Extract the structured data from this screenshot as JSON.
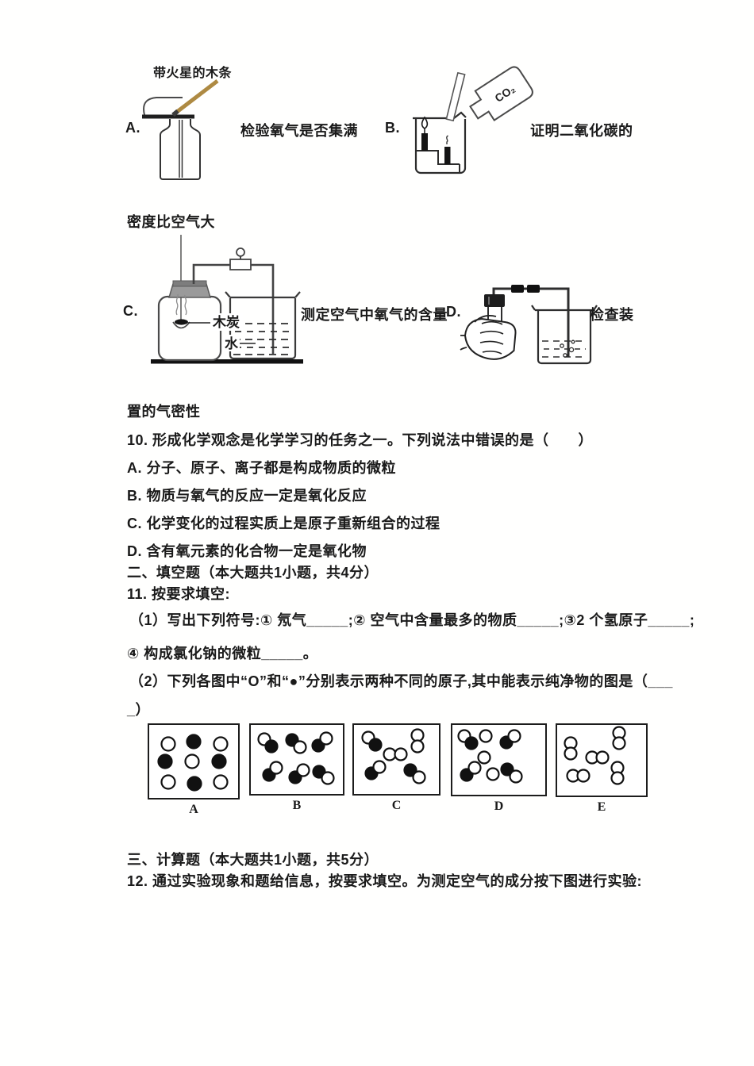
{
  "figures": {
    "splint_label": "带火星的木条",
    "a_letter": "A.",
    "a_caption": "检验氧气是否集满",
    "b_letter": "B.",
    "b_bottle_label": "CO₂",
    "b_caption": "证明二氧化碳的",
    "b_caption_cont": "密度比空气大",
    "c_letter": "C.",
    "c_caption": "测定空气中氧气的含量",
    "c_charcoal_label": "木炭",
    "c_water_label": "水",
    "d_letter": "D.",
    "d_caption": "检查装",
    "d_caption_cont": "置的气密性"
  },
  "q10": {
    "stem": "10. 形成化学观念是化学学习的任务之一。下列说法中错误的是（　　）",
    "options": [
      "A. 分子、原子、离子都是构成物质的微粒",
      "B. 物质与氧气的反应一定是氧化反应",
      "C. 化学变化的过程实质上是原子重新组合的过程",
      "D. 含有氧元素的化合物一定是氧化物"
    ]
  },
  "sec2": {
    "header": "二、填空题（本大题共1小题，共4分）",
    "q11_intro": "11. 按要求填空:",
    "q11_p1_line1": "（1）写出下列符号:① 氖气_____;② 空气中含量最多的物质_____;③2 个氢原子_____;",
    "q11_p1_line2": "④ 构成氯化钠的微粒_____。",
    "q11_p2_line1": "（2）下列各图中“O”和“●”分别表示两种不同的原子,其中能表示纯净物的图是（___",
    "q11_p2_line2": "_）"
  },
  "panels": [
    {
      "label": "A",
      "w": 112,
      "h": 92,
      "r": 8.5,
      "atoms": [
        [
          24,
          24,
          "w"
        ],
        [
          56,
          21,
          "b"
        ],
        [
          90,
          24,
          "w"
        ],
        [
          20,
          46,
          "b"
        ],
        [
          54,
          46,
          "w"
        ],
        [
          88,
          46,
          "b"
        ],
        [
          24,
          72,
          "w"
        ],
        [
          57,
          74,
          "b"
        ],
        [
          90,
          72,
          "w"
        ]
      ]
    },
    {
      "label": "B",
      "w": 116,
      "h": 87,
      "r": 7.5,
      "atoms": [
        [
          17,
          18,
          "w"
        ],
        [
          26,
          27,
          "b"
        ],
        [
          52,
          19,
          "b"
        ],
        [
          62,
          28,
          "w"
        ],
        [
          85,
          26,
          "b"
        ],
        [
          95,
          17,
          "w"
        ],
        [
          23,
          63,
          "b"
        ],
        [
          32,
          54,
          "w"
        ],
        [
          56,
          66,
          "b"
        ],
        [
          66,
          57,
          "w"
        ],
        [
          86,
          59,
          "b"
        ],
        [
          97,
          67,
          "w"
        ]
      ]
    },
    {
      "label": "C",
      "w": 107,
      "h": 87,
      "r": 7.5,
      "atoms": [
        [
          18,
          16,
          "w"
        ],
        [
          27,
          25,
          "b"
        ],
        [
          80,
          13,
          "w"
        ],
        [
          80,
          27,
          "w"
        ],
        [
          45,
          37,
          "w"
        ],
        [
          59,
          37,
          "w"
        ],
        [
          22,
          61,
          "b"
        ],
        [
          32,
          53,
          "w"
        ],
        [
          71,
          57,
          "b"
        ],
        [
          82,
          66,
          "w"
        ]
      ]
    },
    {
      "label": "D",
      "w": 117,
      "h": 88,
      "r": 7.5,
      "atoms": [
        [
          15,
          14,
          "w"
        ],
        [
          24,
          23,
          "b"
        ],
        [
          42,
          14,
          "w"
        ],
        [
          68,
          22,
          "b"
        ],
        [
          78,
          14,
          "w"
        ],
        [
          40,
          41,
          "w"
        ],
        [
          18,
          63,
          "b"
        ],
        [
          28,
          54,
          "w"
        ],
        [
          51,
          62,
          "w"
        ],
        [
          69,
          56,
          "b"
        ],
        [
          80,
          65,
          "w"
        ]
      ]
    },
    {
      "label": "E",
      "w": 112,
      "h": 89,
      "r": 7.5,
      "atoms": [
        [
          17,
          23,
          "w"
        ],
        [
          17,
          36,
          "w"
        ],
        [
          44,
          41,
          "w"
        ],
        [
          57,
          41,
          "w"
        ],
        [
          78,
          10,
          "w"
        ],
        [
          78,
          23,
          "w"
        ],
        [
          20,
          64,
          "w"
        ],
        [
          33,
          64,
          "w"
        ],
        [
          76,
          54,
          "w"
        ],
        [
          76,
          67,
          "w"
        ]
      ]
    }
  ],
  "sec3": {
    "header": "三、计算题（本大题共1小题，共5分）",
    "q12": "12. 通过实验现象和题给信息，按要求填空。为测定空气的成分按下图进行实验:"
  }
}
